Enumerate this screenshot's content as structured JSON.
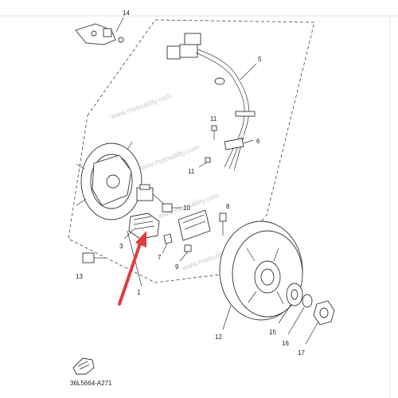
{
  "diagram": {
    "drawing_code": "36L5664-A271",
    "watermark": "www.motoutility.com",
    "callouts": [
      {
        "id": "c1",
        "label": "1"
      },
      {
        "id": "c3",
        "label": "3"
      },
      {
        "id": "c5",
        "label": "5"
      },
      {
        "id": "c6",
        "label": "6"
      },
      {
        "id": "c7",
        "label": "7"
      },
      {
        "id": "c8",
        "label": "8"
      },
      {
        "id": "c9",
        "label": "9"
      },
      {
        "id": "c10",
        "label": "10"
      },
      {
        "id": "c11a",
        "label": "11"
      },
      {
        "id": "c11b",
        "label": "11"
      },
      {
        "id": "c12",
        "label": "12"
      },
      {
        "id": "c13",
        "label": "13"
      },
      {
        "id": "c14",
        "label": "14"
      },
      {
        "id": "c15",
        "label": "15"
      },
      {
        "id": "c16",
        "label": "16"
      },
      {
        "id": "c17",
        "label": "17"
      }
    ],
    "highlight_arrow_color": "#e23b3b"
  }
}
